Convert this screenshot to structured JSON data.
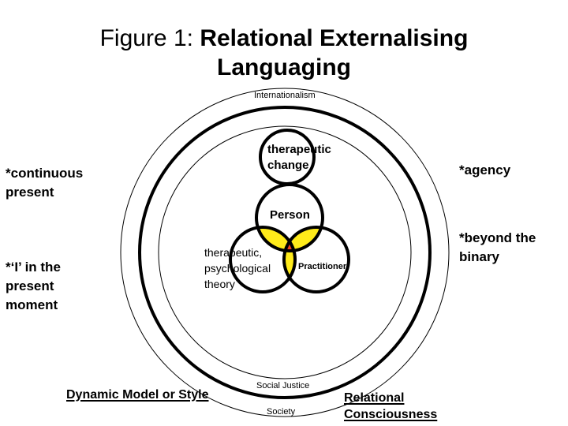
{
  "title": {
    "prefix": "Figure 1: ",
    "bold_line1": "Relational Externalising",
    "bold_line2": "Languaging"
  },
  "rings": {
    "outer_top_label": "Internationalism",
    "inner_bottom_label": "Social Justice",
    "outer_bottom_label": "Society"
  },
  "circles": {
    "top": "therapeutic\nchange",
    "person": "Person",
    "theory": "therapeutic,\npsychological\ntheory",
    "practitioner": "Practitioner"
  },
  "left_notes": {
    "note1": "*continuous\npresent",
    "note2": "*‘I’ in the\npresent\nmoment"
  },
  "right_notes": {
    "note1": "*agency",
    "note2": "*beyond the\nbinary"
  },
  "footer": {
    "left_link": "Dynamic Model or Style",
    "right_link": "Relational\nConsciousness"
  },
  "colors": {
    "overlap_yellow": "#FFEB1A",
    "center_red": "#F0401E",
    "stroke": "#000000"
  }
}
